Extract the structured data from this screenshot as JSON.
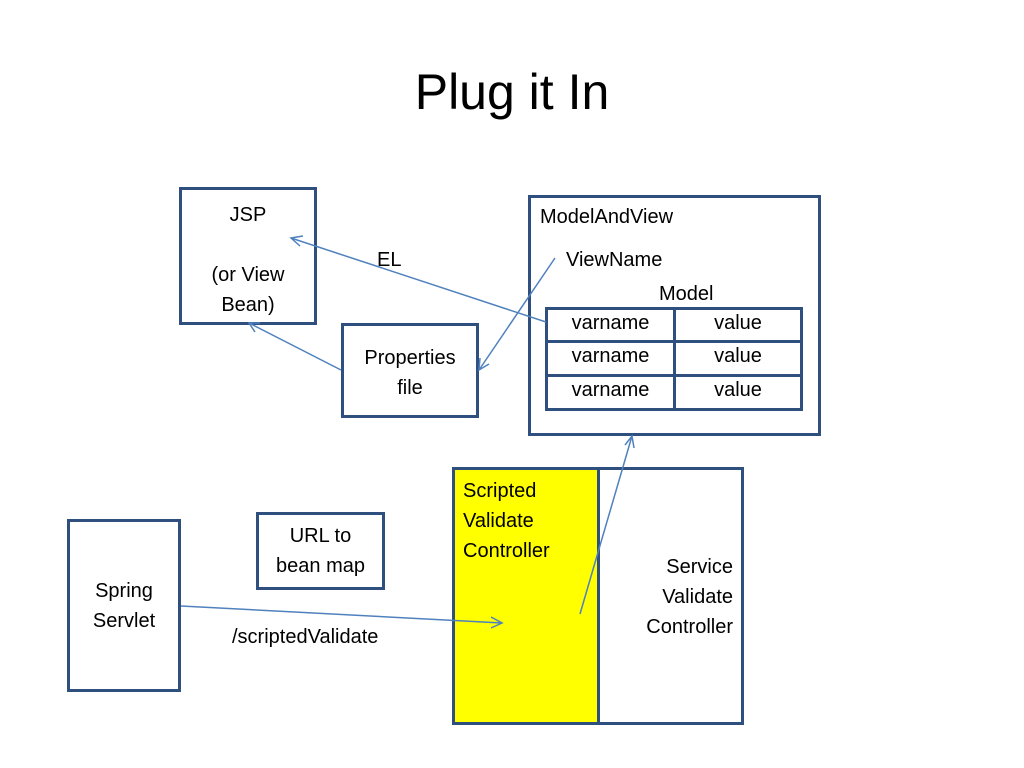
{
  "title": "Plug it In",
  "jsp": {
    "line1": "JSP",
    "line2": "(or View",
    "line3": "Bean)"
  },
  "properties": {
    "line1": "Properties",
    "line2": "file"
  },
  "el_label": "EL",
  "model_and_view": {
    "title": "ModelAndView",
    "view_name": "ViewName",
    "model_label": "Model",
    "rows": [
      {
        "name": "varname",
        "value": "value"
      },
      {
        "name": "varname",
        "value": "value"
      },
      {
        "name": "varname",
        "value": "value"
      }
    ]
  },
  "url_map": {
    "line1": "URL to",
    "line2": "bean map"
  },
  "spring": {
    "line1": "Spring",
    "line2": "Servlet"
  },
  "path_label": "/scriptedValidate",
  "scripted": {
    "line1": "Scripted",
    "line2": "Validate",
    "line3": "Controller",
    "color": "#ffff00"
  },
  "service": {
    "line1": "Service",
    "line2": "Validate",
    "line3": "Controller"
  },
  "colors": {
    "border": "#2f4f7f",
    "arrow": "#4f81bd"
  }
}
